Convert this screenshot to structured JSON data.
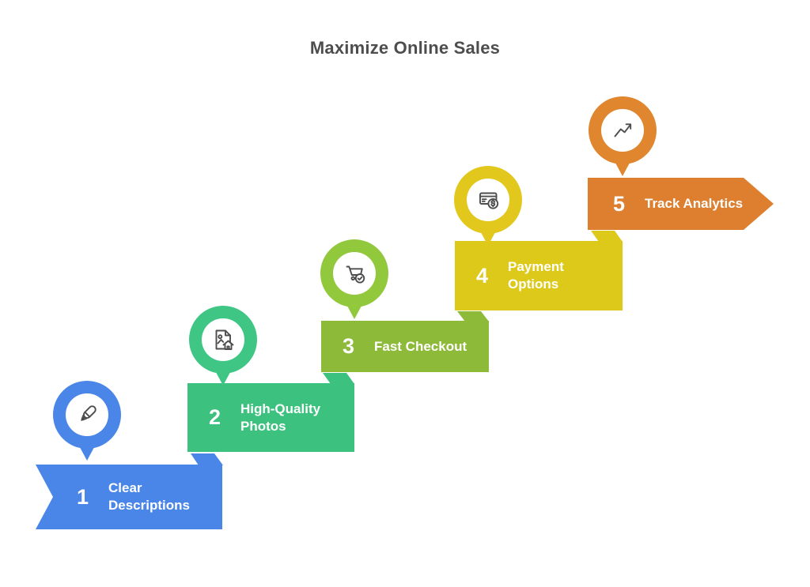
{
  "title": "Maximize Online Sales",
  "steps": [
    {
      "number": "1",
      "label": "Clear\nDescriptions",
      "icon": "pen-icon",
      "color": "#4a86e8",
      "pin_color": "#4a86e8"
    },
    {
      "number": "2",
      "label": "High-Quality\nPhotos",
      "icon": "photo-file-icon",
      "color": "#3cc17f",
      "pin_color": "#3fc685",
      "fold_color": "#4a86e8"
    },
    {
      "number": "3",
      "label": "Fast Checkout",
      "icon": "cart-check-icon",
      "color": "#8eba3a",
      "pin_color": "#92c83c",
      "fold_color": "#3cc17f"
    },
    {
      "number": "4",
      "label": "Payment\nOptions",
      "icon": "credit-card-icon",
      "color": "#ddc91a",
      "pin_color": "#e2c71c",
      "fold_color": "#8eba3a"
    },
    {
      "number": "5",
      "label": "Track Analytics",
      "icon": "trend-up-icon",
      "color": "#dd7f2e",
      "pin_color": "#e0862f",
      "fold_color": "#ddc91a"
    }
  ]
}
